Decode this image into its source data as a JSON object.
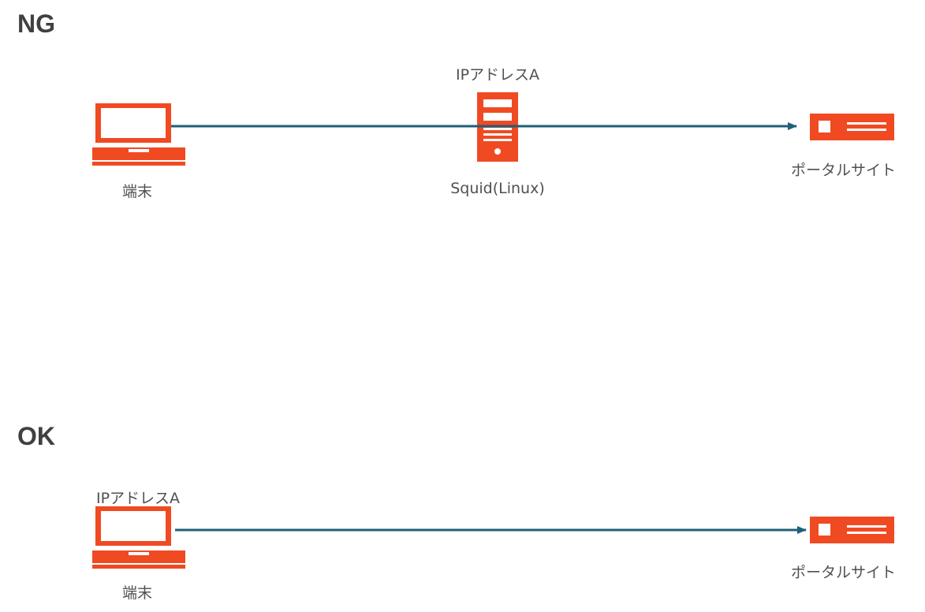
{
  "sections": {
    "ng": {
      "title": "NG",
      "client": {
        "label": "端末",
        "icon": "laptop-icon"
      },
      "proxy": {
        "top_label": "IPアドレスA",
        "bottom_label": "Squid(Linux)",
        "icon": "server-icon"
      },
      "portal": {
        "label": "ポータルサイト",
        "icon": "rack-server-icon"
      }
    },
    "ok": {
      "title": "OK",
      "client": {
        "top_label": "IPアドレスA",
        "label": "端末",
        "icon": "laptop-icon"
      },
      "portal": {
        "label": "ポータルサイト",
        "icon": "rack-server-icon"
      }
    }
  },
  "colors": {
    "icon": "#f04a23",
    "arrow": "#1f5f7a",
    "text": "#505050",
    "title": "#404040"
  }
}
